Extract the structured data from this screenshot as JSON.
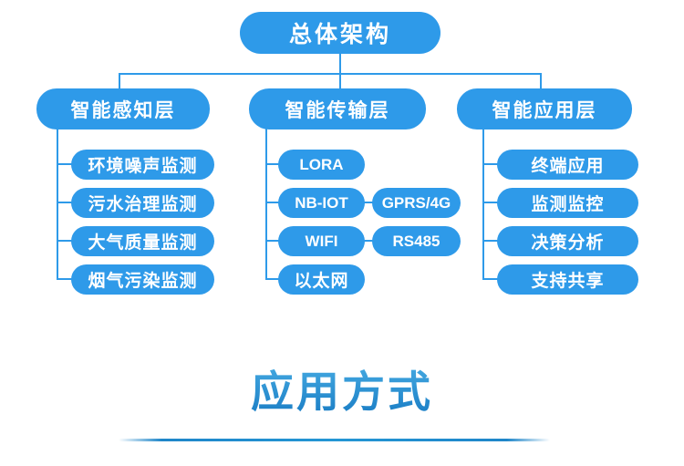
{
  "colors": {
    "node_blue": "#2e9ae9",
    "connector_blue": "#2e9ae9",
    "heading_top": "#45aae2",
    "heading_bottom": "#1679c2",
    "divider_blue": "#1f86c9",
    "background": "#ffffff"
  },
  "tree": {
    "root": {
      "label": "总体架构"
    },
    "branches": [
      {
        "label": "智能感知层",
        "rows": [
          {
            "primary": "环境噪声监测"
          },
          {
            "primary": "污水治理监测"
          },
          {
            "primary": "大气质量监测"
          },
          {
            "primary": "烟气污染监测"
          }
        ]
      },
      {
        "label": "智能传输层",
        "rows": [
          {
            "primary": "LORA"
          },
          {
            "primary": "NB-IOT",
            "secondary": "GPRS/4G"
          },
          {
            "primary": "WIFI",
            "secondary": "RS485"
          },
          {
            "primary": "以太网"
          }
        ]
      },
      {
        "label": "智能应用层",
        "rows": [
          {
            "primary": "终端应用"
          },
          {
            "primary": "监测监控"
          },
          {
            "primary": "决策分析"
          },
          {
            "primary": "支持共享"
          }
        ]
      }
    ]
  },
  "section": {
    "title": "应用方式"
  }
}
